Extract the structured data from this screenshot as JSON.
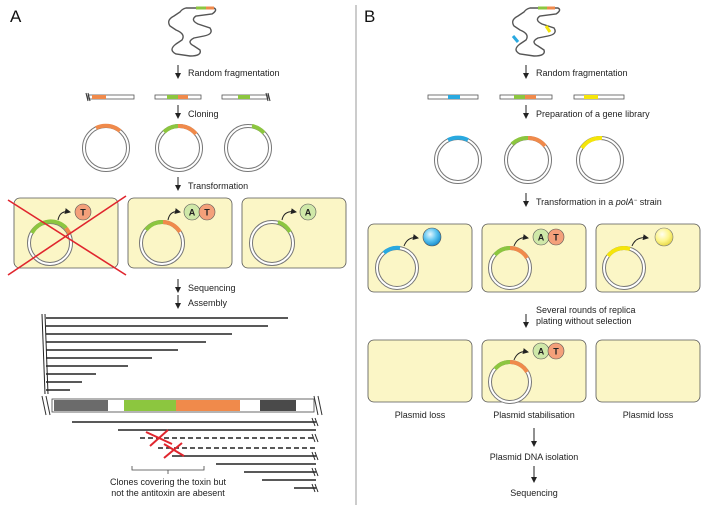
{
  "panel_a": {
    "letter": "A",
    "steps": {
      "random_fragmentation": "Random fragmentation",
      "cloning": "Cloning",
      "transformation": "Transformation",
      "sequencing": "Sequencing",
      "assembly": "Assembly"
    },
    "note_line1": "Clones covering the toxin but",
    "note_line2": "not the antitoxin are abesent",
    "toxin_letter": "T",
    "antitoxin_letter": "A"
  },
  "panel_b": {
    "letter": "B",
    "steps": {
      "random_fragmentation": "Random fragmentation",
      "gene_library": "Preparation of a gene library",
      "transformation_prefix": "Transformation in a ",
      "strain_gene": "polA",
      "strain_superscript": "−",
      "strain_suffix": " strain",
      "replica_line1": "Several rounds of replica",
      "replica_line2": "plating without selection",
      "plasmid_dna_isolation": "Plasmid DNA isolation",
      "sequencing": "Sequencing"
    },
    "outcomes": {
      "left": "Plasmid loss",
      "middle": "Plasmid stabilisation",
      "right": "Plasmid loss"
    },
    "toxin_letter": "T",
    "antitoxin_letter": "A"
  },
  "colors": {
    "toxin": "#f08a4b",
    "antitoxin": "#8cc63f",
    "blue_gene": "#29a9e0",
    "yellow_gene": "#f5e50a",
    "cell_fill": "#fbf6c6",
    "cross": "#e0262e",
    "divider": "#9a9a9a"
  }
}
